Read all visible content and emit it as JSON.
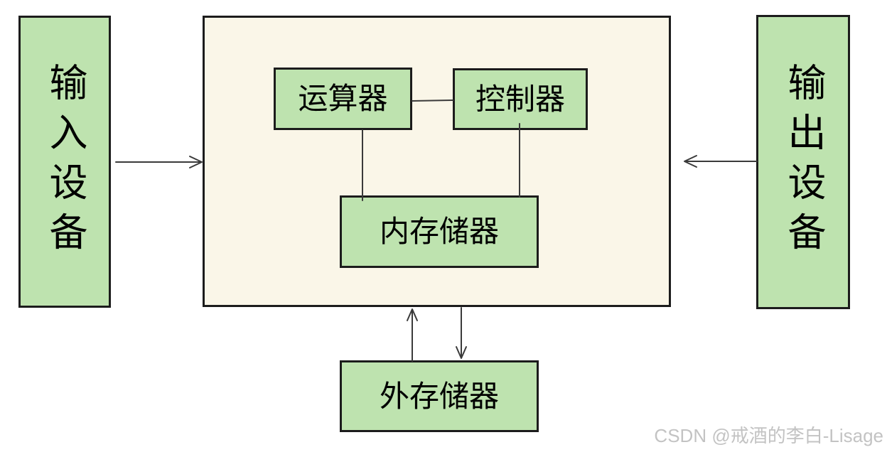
{
  "nodes": {
    "input_device": {
      "label": "输入设备"
    },
    "output_device": {
      "label": "输出设备"
    },
    "alu": {
      "label": "运算器"
    },
    "control_unit": {
      "label": "控制器"
    },
    "main_memory": {
      "label": "内存储器"
    },
    "external_storage": {
      "label": "外存储器"
    }
  },
  "watermark": {
    "text": "CSDN @戒酒的李白-Lisage"
  },
  "colors": {
    "node_fill": "#bee3af",
    "node_border": "#1c1c1c",
    "system_fill": "#faf6e8",
    "system_border": "#1c1c1c",
    "line_color": "#3a3a3a",
    "watermark_color": "#c3c3c3",
    "canvas_bg": "#ffffff"
  }
}
